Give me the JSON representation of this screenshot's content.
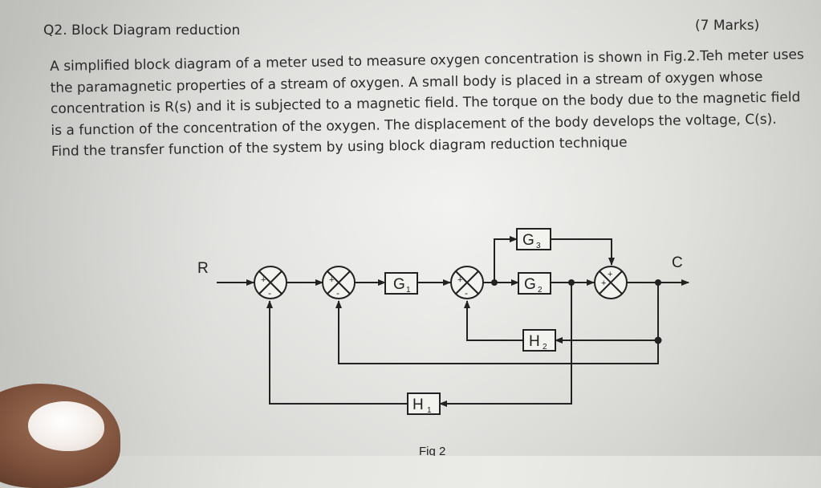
{
  "question": {
    "title": "Q2. Block Diagram reduction",
    "marks": "(7 Marks)",
    "paragraph": "A simplified block diagram of a meter used to measure oxygen concentration is shown in Fig.2.Teh meter uses the paramagnetic properties of a stream of oxygen. A small body is placed in a stream of oxygen whose concentration is R(s) and it is subjected to a magnetic field. The torque on the body due to the magnetic field is a function of the concentration of the oxygen. The displacement of the body develops the voltage, C(s). Find the transfer function of the system by using block diagram reduction technique"
  },
  "figure": {
    "input_label": "R",
    "output_label": "C",
    "blocks": {
      "g1": {
        "name": "G",
        "sub": "1"
      },
      "g2": {
        "name": "G",
        "sub": "2"
      },
      "g3": {
        "name": "G",
        "sub": "3"
      },
      "h1": {
        "name": "H",
        "sub": "1"
      },
      "h2": {
        "name": "H",
        "sub": "2"
      }
    },
    "junctions": {
      "j1": {
        "left": "+",
        "bottom": "-"
      },
      "j2": {
        "left": "+",
        "bottom": "-"
      },
      "j3": {
        "left": "+",
        "bottom": "-"
      },
      "j4": {
        "left": "+",
        "top": "+"
      }
    },
    "caption": "Fig 2"
  }
}
